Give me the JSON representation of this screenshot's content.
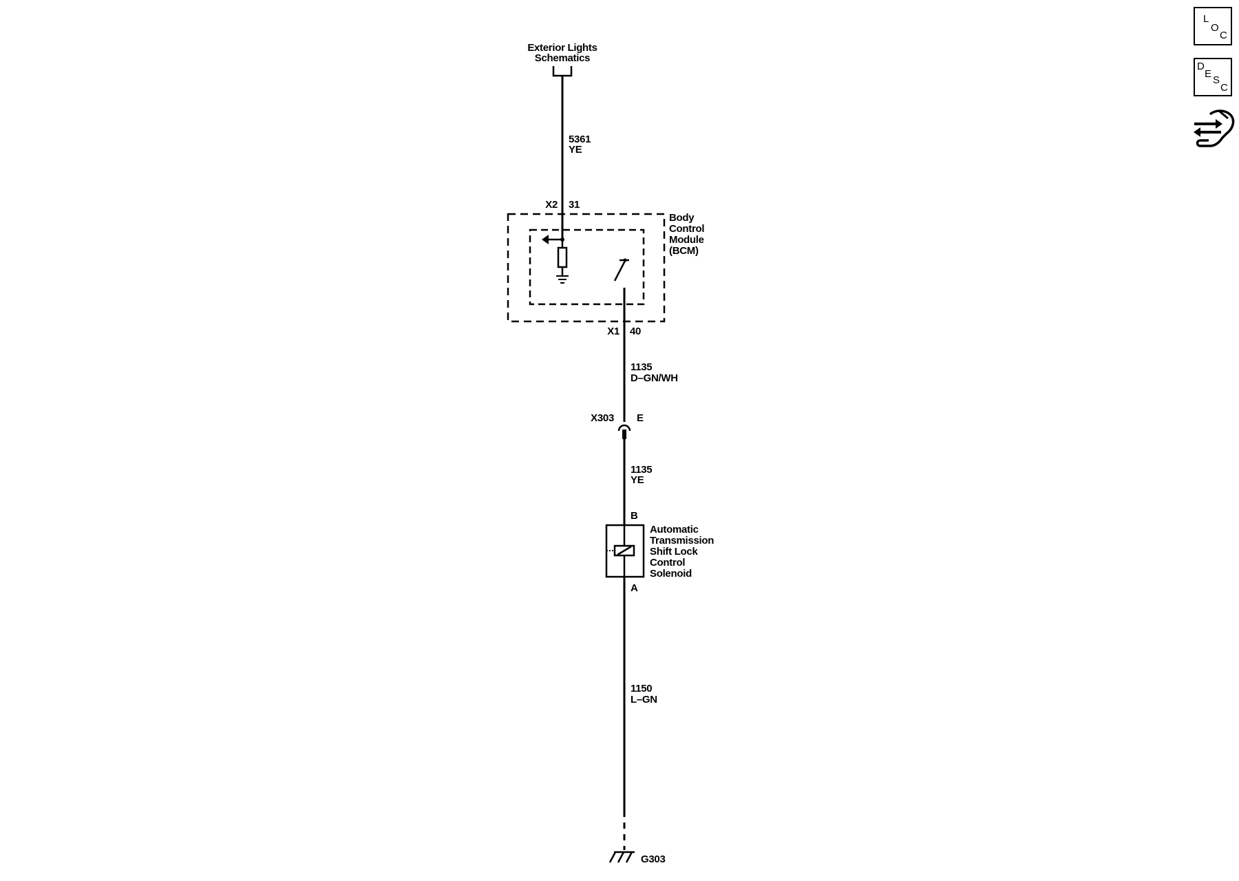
{
  "toolbar": {
    "loc_letters": [
      "L",
      "O",
      "C"
    ],
    "desc_letters": [
      "D",
      "E",
      "S",
      "C"
    ],
    "navigate_icon": "arrows-hand-icon"
  },
  "diagram": {
    "top_reference": [
      "Exterior Lights",
      "Schematics"
    ],
    "wire_5361": {
      "circuit": "5361",
      "color": "YE"
    },
    "bcm": {
      "label": [
        "Body",
        "Control",
        "Module",
        "(BCM)"
      ],
      "conn_top": "X2",
      "pin_top": "31",
      "conn_bottom": "X1",
      "pin_bottom": "40"
    },
    "wire_1135_upper": {
      "circuit": "1135",
      "color": "D–GN/WH"
    },
    "inline_connector": {
      "name": "X303",
      "pin": "E"
    },
    "wire_1135_lower": {
      "circuit": "1135",
      "color": "YE"
    },
    "solenoid": {
      "pin_top": "B",
      "pin_bottom": "A",
      "label": [
        "Automatic",
        "Transmission",
        "Shift Lock",
        "Control",
        "Solenoid"
      ]
    },
    "wire_1150": {
      "circuit": "1150",
      "color": "L–GN"
    },
    "ground": {
      "name": "G303"
    }
  }
}
